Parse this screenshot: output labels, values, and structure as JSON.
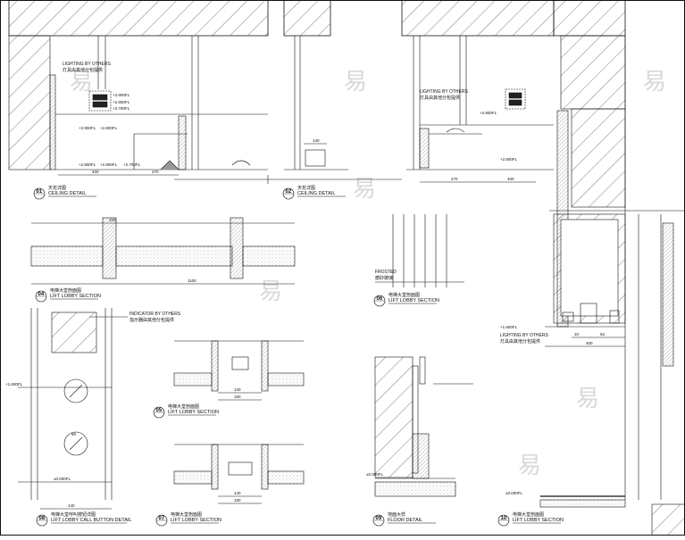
{
  "sheet": {
    "details": [
      {
        "num": "01",
        "title_cn": "天花详图",
        "title_en": "CEILING DETAIL"
      },
      {
        "num": "02",
        "title_cn": "天花详图",
        "title_en": "CEILING DETAIL"
      },
      {
        "num": "04",
        "title_cn": "电梯大堂剖面图",
        "title_en": "LIFT LOBBY SECTION"
      },
      {
        "num": "05",
        "title_cn": "电梯大堂剖面图",
        "title_en": "LIFT LOBBY SECTION"
      },
      {
        "num": "06",
        "title_cn": "电梯大堂剖面图",
        "title_en": "LIFT LOBBY SECTION"
      },
      {
        "num": "07",
        "title_cn": "电梯大堂剖面图",
        "title_en": "LIFT LOBBY SECTION"
      },
      {
        "num": "08",
        "title_cn": "电梯大堂呼叫按钮详图",
        "title_en": "LIFT LOBBY CALL BUTTON DETAIL"
      },
      {
        "num": "09",
        "title_cn": "地面大样",
        "title_en": "FLOOR DETAIL"
      },
      {
        "num": "10",
        "title_cn": "电梯大堂剖面图",
        "title_en": "LIFT LOBBY SECTION"
      }
    ],
    "notes": {
      "lighting_en": "LIGHTING BY OTHERS",
      "lighting_cn": "灯具由其他分包提供",
      "indicator_en": "INDICATOR BY OTHERS",
      "indicator_cn": "指示器由其他分包提供",
      "frosted_en": "FROSTED",
      "frosted_cn": "磨砂玻璃"
    },
    "levels": {
      "l2900": "+2.900FL",
      "l2800": "+2.800FL",
      "l2700": "+2.700FL",
      "l1600": "+1.600FL",
      "l0": "±0.000FL"
    },
    "dims": {
      "d400": "400",
      "d270": "270",
      "d140": "140",
      "d100": "100",
      "d1100": "1100",
      "d150": "150",
      "d10": "10",
      "d62": "62",
      "d90": "90",
      "d200": "200"
    },
    "watermark": "易"
  }
}
